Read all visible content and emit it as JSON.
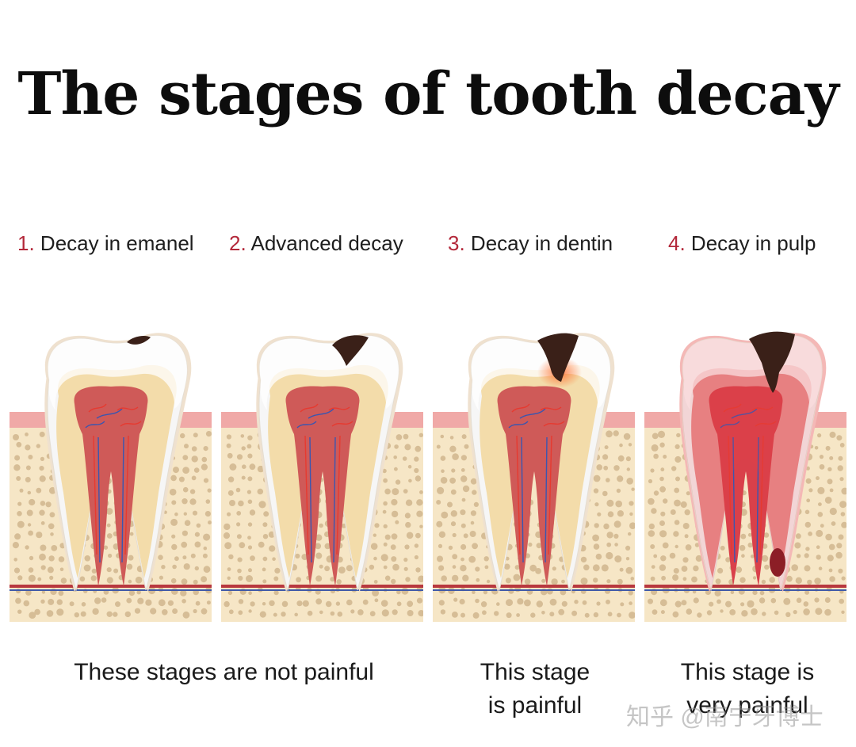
{
  "title": "The stages of tooth decay",
  "stages": [
    {
      "number": "1.",
      "label": "Decay in emanel"
    },
    {
      "number": "2.",
      "label": "Advanced decay"
    },
    {
      "number": "3.",
      "label": "Decay in dentin"
    },
    {
      "number": "4.",
      "label": "Decay in pulp"
    }
  ],
  "captions": {
    "not_painful": "These stages are not painful",
    "painful_line1": "This stage",
    "painful_line2": "is painful",
    "very_painful_line1": "This stage is",
    "very_painful_line2": "very painful"
  },
  "watermark": "知乎 @南宁牙博士",
  "colors": {
    "stage_number": "#b3283a",
    "gum": "#f0a9a7",
    "bone": "#f6e6c6",
    "bone_dots": "#d6bd96",
    "enamel": "#f6f6f6",
    "dentin": "#f3dcaa",
    "pulp": "#cf5a58",
    "decay": "#3a2018",
    "inflammation": "#e5404a"
  }
}
